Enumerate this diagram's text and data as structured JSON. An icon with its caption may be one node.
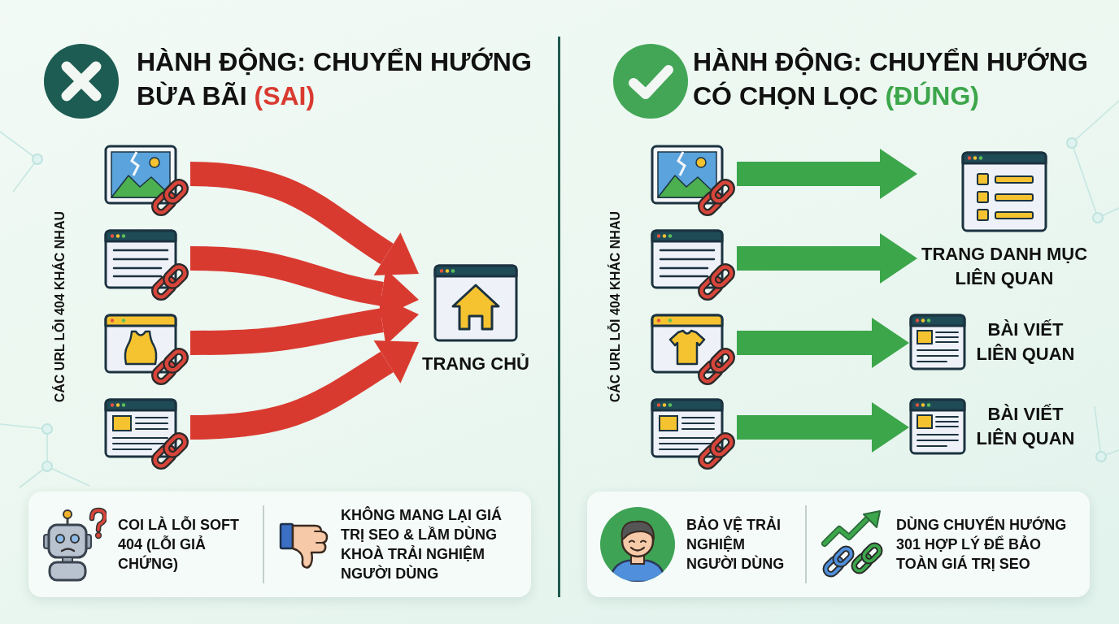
{
  "diagram": {
    "nodes": [
      {
        "text": [],
        "shape": "picture"
      },
      {
        "text": [],
        "shape": "picture"
      },
      {
        "text": [],
        "shape": "picture"
      },
      {
        "text": [],
        "shape": "picture"
      },
      {
        "text": [
          "TRANG CHỦ"
        ]
      },
      {
        "text": [],
        "shape": "picture"
      },
      {
        "text": [],
        "shape": "picture"
      },
      {
        "text": [],
        "shape": "picture"
      },
      {
        "text": [],
        "shape": "picture"
      },
      {
        "text": [
          "TRANG DANH MỤC LIÊN QUAN"
        ]
      },
      {
        "text": [
          "BÀI VIẾT LIÊN QUAN"
        ]
      },
      {
        "text": [
          "BÀI VIẾT LIÊN QUAN"
        ]
      },
      {
        "text": [
          "COI LÀ LỖI SOFT 404 (LỖI GIẢ CHỨNG)",
          "KHÔNG MANG LẠI GIÁ TRỊ SEO & LẦM DÙNG KHOÀ TRẢI NGHIỆM NGƯỜI DÙNG"
        ]
      },
      {
        "text": [
          "BẢO VỆ TRẢI NGHIỆM NGƯỜI DÙNG",
          "DÙNG CHUYỂN HƯỚNG 301 HỢP LÝ ĐỂ BẢO TOÀN GIÁ TRỊ SEO"
        ]
      }
    ],
    "edges": [
      {
        "from": 0,
        "to": 4,
        "arrow": "to",
        "color": "#d93a30"
      },
      {
        "from": 1,
        "to": 4,
        "arrow": "to",
        "color": "#d93a30"
      },
      {
        "from": 2,
        "to": 4,
        "arrow": "to",
        "color": "#d93a30"
      },
      {
        "from": 3,
        "to": 4,
        "arrow": "to",
        "color": "#d93a30"
      },
      {
        "from": 5,
        "to": 9,
        "arrow": "to",
        "color": "#3ca64a"
      },
      {
        "from": 6,
        "to": 9,
        "arrow": "to",
        "color": "#3ca64a"
      },
      {
        "from": 7,
        "to": 10,
        "arrow": "to",
        "color": "#3ca64a"
      },
      {
        "from": 8,
        "to": 11,
        "arrow": "to",
        "color": "#3ca64a"
      }
    ],
    "labels": [
      "HÀNH ĐỘNG: CHUYỂN HƯỚNG BỪA BÃI **(SAI)**",
      "CÁC URL LỖI 404 KHÁC NHAU",
      "HÀNH ĐỘNG: CHUYỂN HƯỚNG CÓ CHỌN LỌC **(ĐÚNG)**",
      "CÁC URL LỖI 404 KHÁC NHAU"
    ]
  }
}
